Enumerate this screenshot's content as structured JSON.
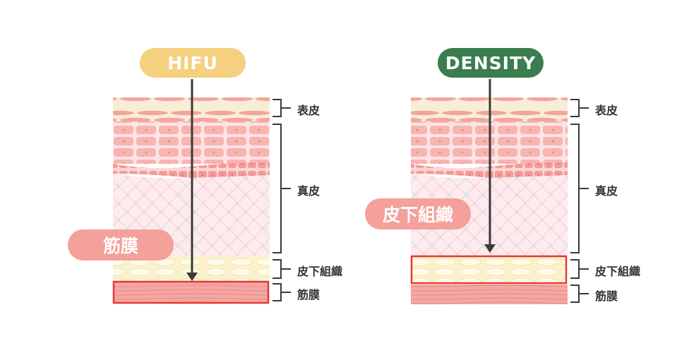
{
  "colors": {
    "hifu_pill": "#f5d07e",
    "density_pill": "#3a7d4f",
    "callout": "#f4a09b",
    "highlight": "#e53935",
    "arrow": "#3a3a3a",
    "epidermis": "#f7ecd2",
    "cells": "#f7b3ae",
    "dermis": "#fdeaec",
    "fat": "#fff8dc",
    "fascia": "#f49b9b"
  },
  "left": {
    "badge": "HIFU",
    "callout": "筋膜",
    "layers": {
      "epidermis": "表皮",
      "dermis": "真皮",
      "subcutaneous": "皮下組織",
      "fascia": "筋膜"
    }
  },
  "right": {
    "badge": "DENSITY",
    "callout": "皮下組織",
    "layers": {
      "epidermis": "表皮",
      "dermis": "真皮",
      "subcutaneous": "皮下組織",
      "fascia": "筋膜"
    }
  }
}
